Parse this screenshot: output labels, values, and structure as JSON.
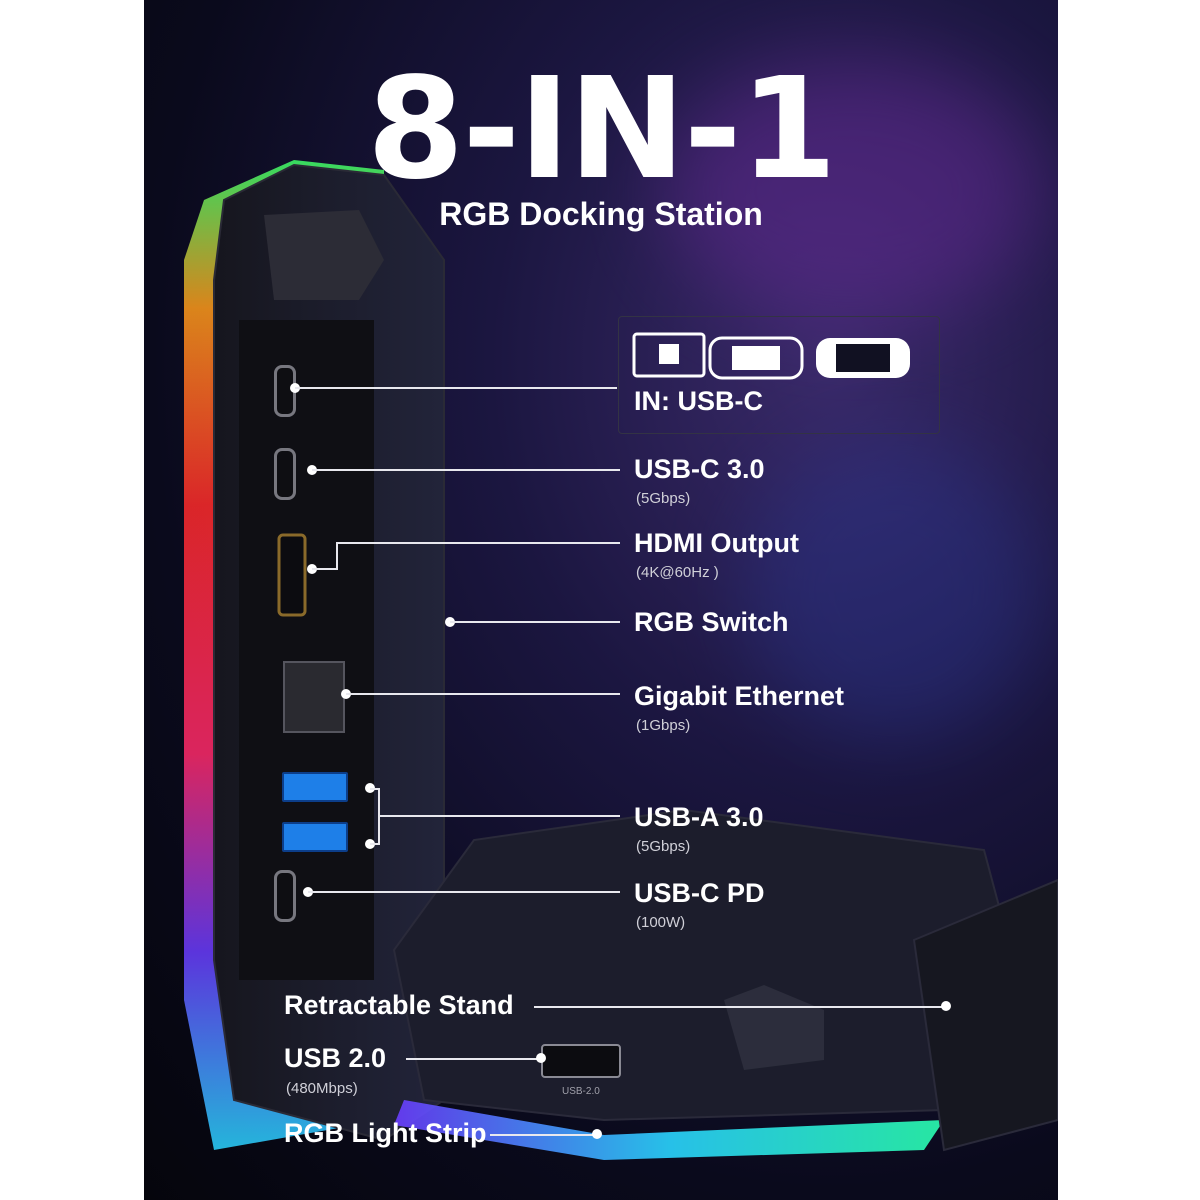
{
  "title": "8-IN-1",
  "subtitle": "RGB Docking Station",
  "input": {
    "label": "IN: USB-C",
    "device_icons": [
      "laptop-icon",
      "handheld-console-icon",
      "handheld-console-icon"
    ]
  },
  "ports": [
    {
      "label": "USB-C 3.0",
      "spec": "(5Gbps)"
    },
    {
      "label": "HDMI Output",
      "spec": "(4K@60Hz )"
    },
    {
      "label": "RGB Switch",
      "spec": ""
    },
    {
      "label": "Gigabit Ethernet",
      "spec": "(1Gbps)"
    },
    {
      "label": "USB-A 3.0",
      "spec": "(5Gbps)"
    },
    {
      "label": "USB-C PD",
      "spec": "(100W)"
    }
  ],
  "bottom": [
    {
      "label": "Retractable Stand",
      "spec": ""
    },
    {
      "label": "USB 2.0",
      "spec": "(480Mbps)"
    },
    {
      "label": "RGB Light Strip",
      "spec": ""
    }
  ],
  "device_port_label": "USB-2.0",
  "colors": {
    "background": "#0a0a1c",
    "text": "#ffffff",
    "usb_a": "#1e7fe8",
    "rgb_strip": [
      "#ff2a2a",
      "#ff8c1a",
      "#2ad4ff",
      "#c43cff"
    ]
  }
}
